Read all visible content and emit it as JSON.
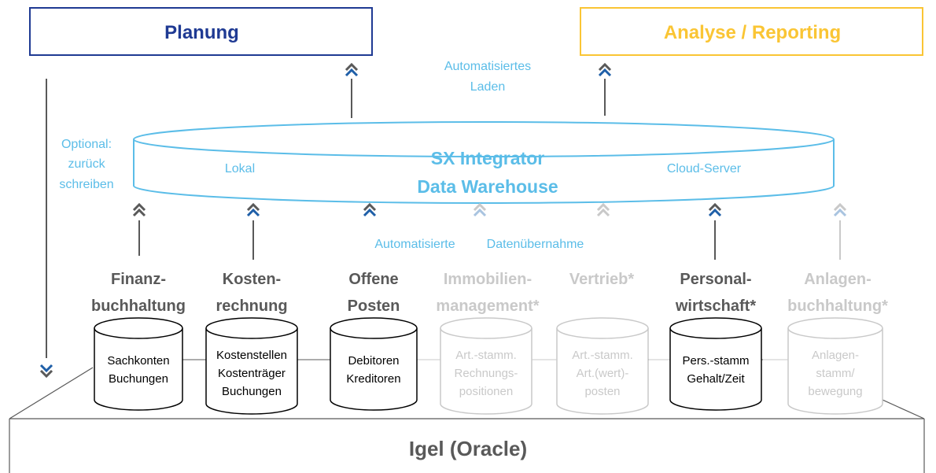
{
  "colors": {
    "planung": "#1f3a93",
    "analyse": "#fac534",
    "integrator": "#5bbde8",
    "dark": "#595959",
    "inactive": "#c9c9c9"
  },
  "top_boxes": {
    "planung": "Planung",
    "analyse": "Analyse / Reporting"
  },
  "labels": {
    "automatisiertes_line1": "Automatisiertes",
    "automatisiertes_line2": "Laden",
    "optional_line1": "Optional:",
    "optional_line2": "zurück",
    "optional_line3": "schreiben",
    "lokal": "Lokal",
    "cloud": "Cloud-Server",
    "uebernahme_1": "Automatisierte",
    "uebernahme_2": "Datenübernahme"
  },
  "warehouse": {
    "title1": "SX Integrator",
    "title2": "Data Warehouse"
  },
  "modules": [
    {
      "title1": "Finanz-",
      "title2": "buchhaltung",
      "lines": [
        "Sachkonten",
        "Buchungen"
      ],
      "active": true
    },
    {
      "title1": "Kosten-",
      "title2": "rechnung",
      "lines": [
        "Kostenstellen",
        "Kostenträger",
        "Buchungen"
      ],
      "active": true
    },
    {
      "title1": "Offene",
      "title2": "Posten",
      "lines": [
        "Debitoren",
        "Kreditoren"
      ],
      "active": true
    },
    {
      "title1": "Immobilien-",
      "title2": "management*",
      "lines": [
        "Art.-stamm.",
        "Rechnungs-",
        "positionen"
      ],
      "active": false
    },
    {
      "title1": "Vertrieb*",
      "title2": "",
      "lines": [
        "Art.-stamm.",
        "Art.(wert)-",
        "posten"
      ],
      "active": false
    },
    {
      "title1": "Personal-",
      "title2": "wirtschaft*",
      "lines": [
        "Pers.-stamm",
        "Gehalt/Zeit"
      ],
      "active": true
    },
    {
      "title1": "Anlagen-",
      "title2": "buchhaltung*",
      "lines": [
        "Anlagen-",
        "stamm/",
        "bewegung"
      ],
      "active": false
    }
  ],
  "base": {
    "label": "Igel (Oracle)"
  }
}
